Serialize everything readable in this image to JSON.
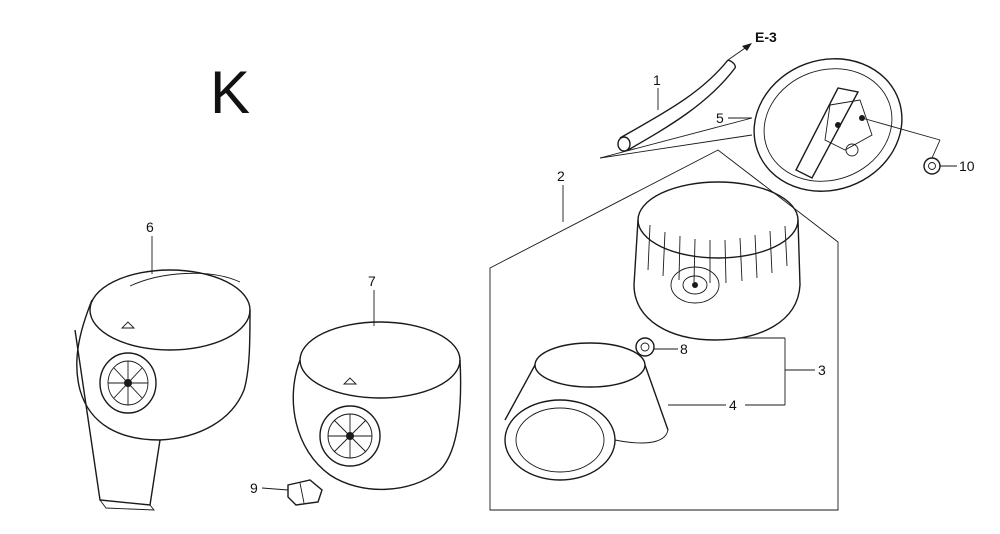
{
  "diagram": {
    "section_letter": "K",
    "reference": "E-3",
    "callouts": [
      "1",
      "2",
      "3",
      "4",
      "5",
      "6",
      "7",
      "8",
      "9",
      "10"
    ]
  }
}
